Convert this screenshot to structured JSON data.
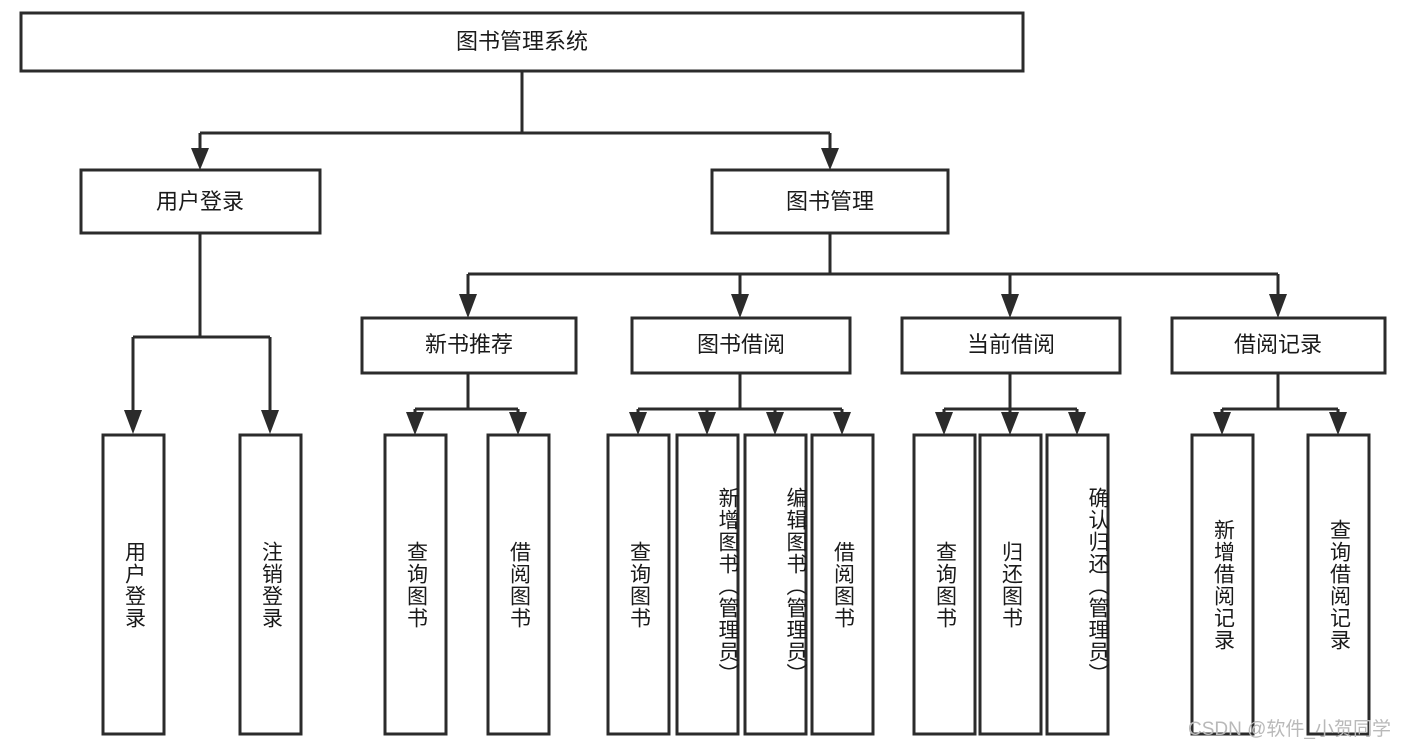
{
  "diagram": {
    "type": "hierarchy-tree",
    "title_node": {
      "id": "root",
      "label": "图书管理系统"
    },
    "level2": [
      {
        "id": "user-login",
        "label": "用户登录"
      },
      {
        "id": "book-manage",
        "label": "图书管理"
      }
    ],
    "level3": [
      {
        "id": "new-book-rec",
        "label": "新书推荐",
        "parent": "book-manage"
      },
      {
        "id": "book-borrow",
        "label": "图书借阅",
        "parent": "book-manage"
      },
      {
        "id": "current-borrow",
        "label": "当前借阅",
        "parent": "book-manage"
      },
      {
        "id": "borrow-record",
        "label": "借阅记录",
        "parent": "book-manage"
      }
    ],
    "leaves": [
      {
        "id": "leaf-user-login",
        "label": "用户登录",
        "parent": "user-login"
      },
      {
        "id": "leaf-user-logout",
        "label": "注销登录",
        "parent": "user-login"
      },
      {
        "id": "leaf-query-book-1",
        "label": "查询图书",
        "parent": "new-book-rec"
      },
      {
        "id": "leaf-borrow-book-1",
        "label": "借阅图书",
        "parent": "new-book-rec"
      },
      {
        "id": "leaf-query-book-2",
        "label": "查询图书",
        "parent": "book-borrow"
      },
      {
        "id": "leaf-add-book",
        "label": "新增图书（管理员）",
        "parent": "book-borrow"
      },
      {
        "id": "leaf-edit-book",
        "label": "编辑图书（管理员）",
        "parent": "book-borrow"
      },
      {
        "id": "leaf-borrow-book-2",
        "label": "借阅图书",
        "parent": "book-borrow"
      },
      {
        "id": "leaf-query-book-3",
        "label": "查询图书",
        "parent": "current-borrow"
      },
      {
        "id": "leaf-return-book",
        "label": "归还图书",
        "parent": "current-borrow"
      },
      {
        "id": "leaf-confirm-return",
        "label": "确认归还（管理员）",
        "parent": "current-borrow"
      },
      {
        "id": "leaf-add-record",
        "label": "新增借阅记录",
        "parent": "borrow-record"
      },
      {
        "id": "leaf-query-record",
        "label": "查询借阅记录",
        "parent": "borrow-record"
      }
    ],
    "colors": {
      "box_fill": "#ffffff",
      "box_stroke": "#2b2b2b",
      "connector": "#2b2b2b",
      "text": "#1a1a1a",
      "background": "#ffffff",
      "watermark": "#b9b9b9"
    }
  },
  "watermark": {
    "text": "CSDN @软件_小贺同学"
  }
}
